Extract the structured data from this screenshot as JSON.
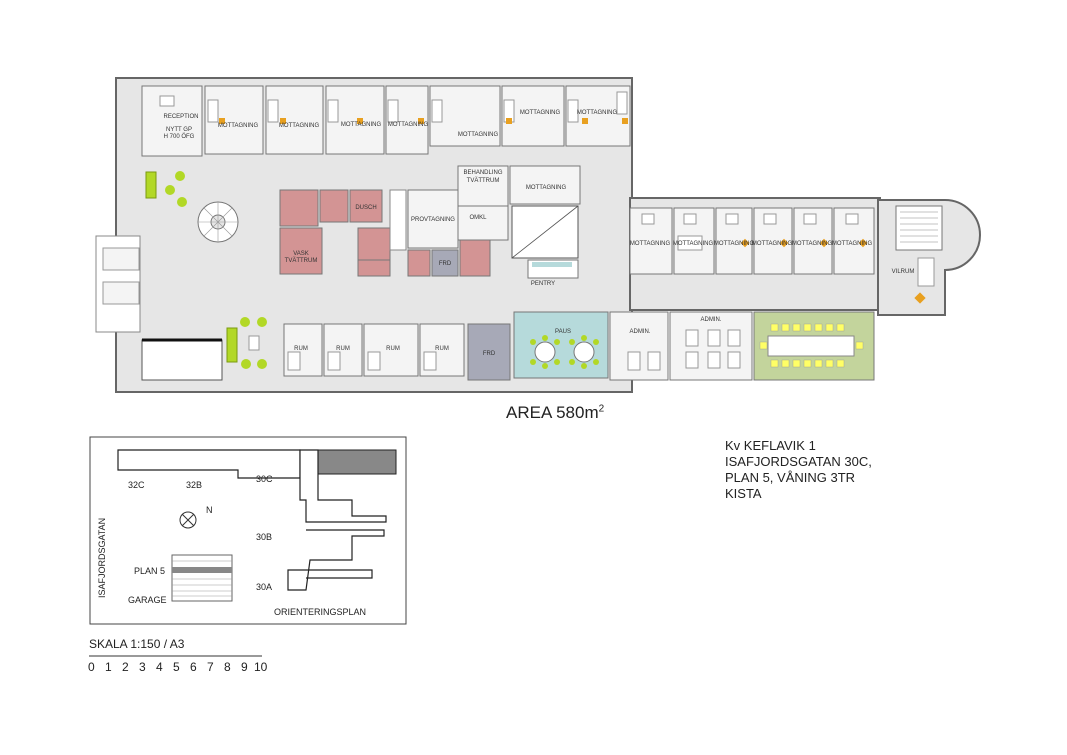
{
  "area": {
    "label": "AREA 580m",
    "sup": "2"
  },
  "address": [
    "Kv KEFLAVIK 1",
    "ISAFJORDSGATAN 30C,",
    "PLAN 5, VÅNING 3TR",
    "KISTA"
  ],
  "scale": {
    "title": "SKALA 1:150 / A3",
    "numbers": [
      "0",
      "1",
      "2",
      "3",
      "4",
      "5",
      "6",
      "7",
      "8",
      "9",
      "10"
    ]
  },
  "rooms": {
    "reception": "RECEPTION",
    "nytt_gp": "NYTT GP",
    "nytt_gp2": "H 700 ÖFG",
    "mottagning": "MOTTAGNING",
    "dusch": "DUSCH",
    "vask1": "VASK",
    "vask2": "TVÄTTRUM",
    "provtagning": "PROVTAGNING",
    "behandling1": "BEHANDLING",
    "behandling2": "TVÄTTRUM",
    "omkl": "OMKL",
    "frd": "FRD",
    "pentry": "PENTRY",
    "vilrum": "VILRUM",
    "rum": "RUM",
    "paus": "PAUS",
    "admin": "ADMIN.",
    "admin2": "ADMIN."
  },
  "orientation": {
    "street": "ISAFJORDSGATAN",
    "plan_label": "ORIENTERINGSPLAN",
    "entrances": [
      "32C",
      "32B",
      "30C",
      "30B",
      "30A"
    ],
    "levels": [
      "PLAN 5",
      "GARAGE"
    ],
    "north": "N"
  },
  "colors": {
    "wet": "#d39494",
    "corridor": "#e6e6e6",
    "office": "#f4f4f4",
    "frd": "#a7a9b7",
    "paus": "#b6dadb",
    "conference": "#c3d49c",
    "accent_green": "#b2d826",
    "orange": "#e8a020"
  }
}
